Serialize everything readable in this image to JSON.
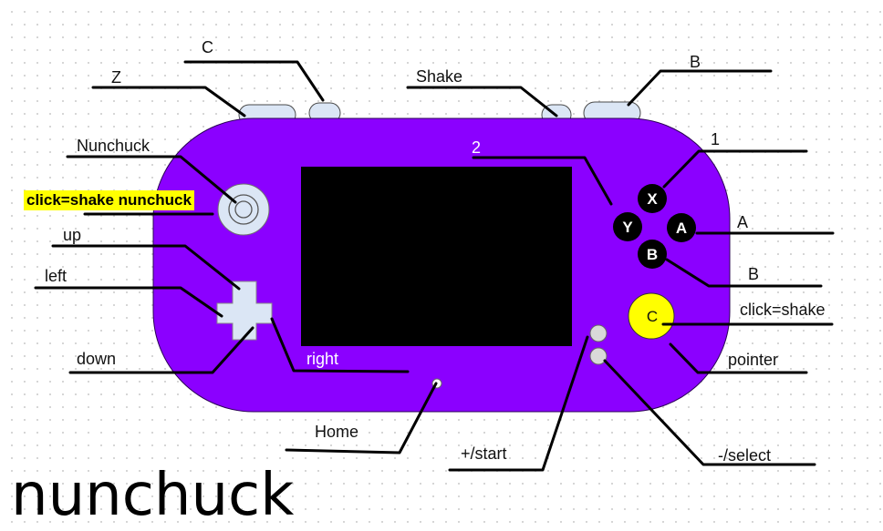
{
  "labels": {
    "c_trigger": "C",
    "z_trigger": "Z",
    "shake": "Shake",
    "b_top": "B",
    "nunchuck": "Nunchuck",
    "click_shake_nunchuck": "click=shake nunchuck",
    "up": "up",
    "left": "left",
    "down": "down",
    "right": "right",
    "home": "Home",
    "plus_start": "+/start",
    "minus_select": "-/select",
    "pointer": "pointer",
    "click_shake": "click=shake",
    "b_side": "B",
    "a_side": "A",
    "one": "1",
    "two": "2"
  },
  "buttons": {
    "x": "X",
    "y": "Y",
    "a": "A",
    "b": "B",
    "c": "C"
  },
  "caption": "nunchuck",
  "colors": {
    "body": "#8b00ff",
    "screen": "#000000",
    "pad": "#dbe6f5",
    "c_button": "#ffff00",
    "highlight": "#ffff00",
    "small_buttons": "#d9d9d9"
  }
}
